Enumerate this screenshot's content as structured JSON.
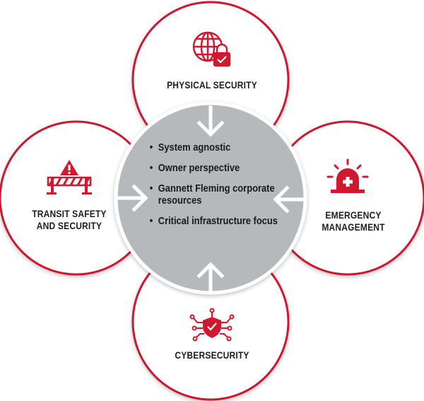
{
  "nodes": {
    "top": {
      "label": "PHYSICAL SECURITY",
      "icon": "globe-lock-icon"
    },
    "left": {
      "label_line1": "TRANSIT SAFETY",
      "label_line2": "AND SECURITY",
      "icon": "warning-barrier-icon"
    },
    "right": {
      "label_line1": "EMERGENCY",
      "label_line2": "MANAGEMENT",
      "icon": "emergency-siren-icon"
    },
    "bottom": {
      "label": "CYBERSECURITY",
      "icon": "shield-circuit-icon"
    }
  },
  "center": {
    "items": [
      "System agnostic",
      "Owner perspective",
      "Gannett Fleming corporate resources",
      "Critical infrastructure focus"
    ]
  },
  "colors": {
    "accent": "#d0182f",
    "center_fill": "#b5b9bb",
    "text": "#1e1e1e",
    "arrow": "#ffffff"
  }
}
